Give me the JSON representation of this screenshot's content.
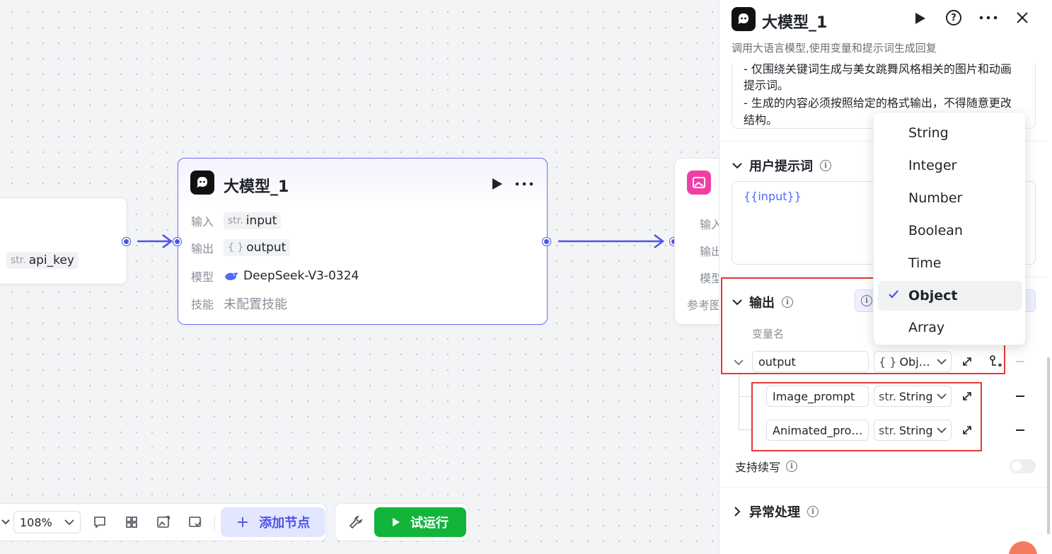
{
  "canvas": {
    "left_node": {
      "tag_type": "str.",
      "tag_name": "api_key"
    },
    "main_node": {
      "title": "大模型_1",
      "input_label": "输入",
      "input_type": "str.",
      "input_name": "input",
      "output_label": "输出",
      "output_type": "{ }",
      "output_name": "output",
      "model_label": "模型",
      "model_name": "DeepSeek-V3-0324",
      "skill_label": "技能",
      "skill_value": "未配置技能"
    },
    "right_node": {
      "rows": [
        "输入",
        "输出",
        "模型",
        "参考图"
      ]
    }
  },
  "toolbar": {
    "zoom": "108%",
    "add_node_label": "添加节点",
    "run_label": "试运行"
  },
  "panel": {
    "title": "大模型_1",
    "description": "调用大语言模型,使用变量和提示词生成回复",
    "system_prompt_lines": [
      "- 仅围绕关键词生成与美女跳舞风格相关的图片和动画",
      "提示词。",
      "- 生成的内容必须按照给定的格式输出，不得随意更改",
      "结构。"
    ],
    "user_prompt_title": "用户提示词",
    "user_prompt_value": "{{input}}",
    "output_title": "输出",
    "var_name_header": "变量名",
    "output_var": {
      "name": "output",
      "type_icon": "{ }",
      "type": "Obj…"
    },
    "children": [
      {
        "name": "Image_prompt",
        "type_icon": "str.",
        "type": "String"
      },
      {
        "name": "Animated_pro…",
        "type_icon": "str.",
        "type": "String"
      }
    ],
    "continue_label": "支持续写",
    "exception_title": "异常处理"
  },
  "dropdown": {
    "options": [
      "String",
      "Integer",
      "Number",
      "Boolean",
      "Time",
      "Object",
      "Array"
    ],
    "selected": "Object"
  },
  "colors": {
    "accent": "#4d53e8",
    "run_green": "#13b43a",
    "highlight_red": "#e53935",
    "link_blue": "#4d6bfe"
  }
}
